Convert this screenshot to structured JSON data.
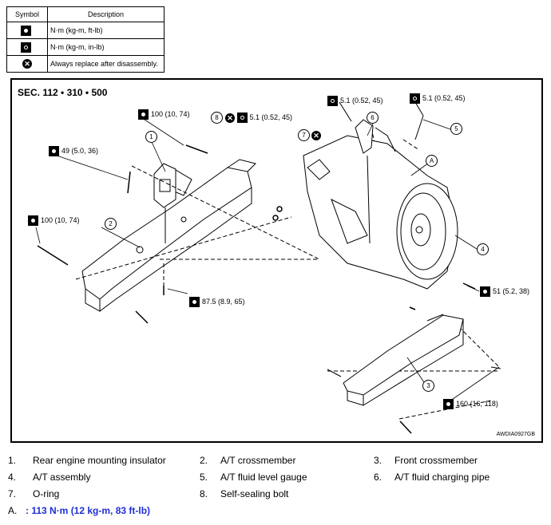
{
  "legend": {
    "headers": {
      "symbol": "Symbol",
      "description": "Description"
    },
    "rows": [
      {
        "icon": "torque-wrench-icon",
        "text": "N·m (kg-m, ft-lb)"
      },
      {
        "icon": "torque-wrench-inlb-icon",
        "text": "N·m (kg-m, in-lb)"
      },
      {
        "icon": "replace-x-icon",
        "text": "Always replace after disassembly."
      }
    ]
  },
  "diagram": {
    "section": "SEC. 112 • 310 • 500",
    "code": "AWDIA0927GB",
    "torques": {
      "t1": "100 (10, 74)",
      "t2": "49 (5.0, 36)",
      "t3": "100 (10, 74)",
      "t4": "87.5 (8.9, 65)",
      "t5": "5.1 (0.52, 45)",
      "t6": "5.1 (0.52, 45)",
      "t7": "5.1 (0.52, 45)",
      "t8": "51 (5.2, 38)",
      "t9": "160 (16, 118)"
    },
    "callouts": [
      "1",
      "2",
      "3",
      "4",
      "5",
      "6",
      "7",
      "8",
      "A"
    ]
  },
  "parts": [
    {
      "num": "1.",
      "text": "Rear engine mounting insulator"
    },
    {
      "num": "2.",
      "text": "A/T crossmember"
    },
    {
      "num": "3.",
      "text": "Front crossmember"
    },
    {
      "num": "4.",
      "text": "A/T assembly"
    },
    {
      "num": "5.",
      "text": "A/T fluid level gauge"
    },
    {
      "num": "6.",
      "text": "A/T fluid charging pipe"
    },
    {
      "num": "7.",
      "text": "O-ring"
    },
    {
      "num": "8.",
      "text": "Self-sealing bolt"
    }
  ],
  "note": {
    "letter": "A.",
    "text": ": 113 N·m (12 kg-m, 83 ft-lb)"
  },
  "colors": {
    "note": "#1d2fd6"
  }
}
